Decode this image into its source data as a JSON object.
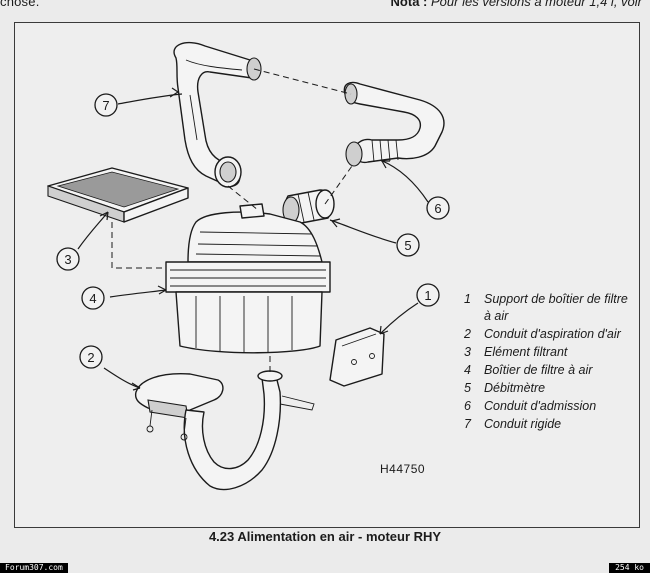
{
  "page": {
    "top_left_fragment": "cnose.",
    "top_note_label": "Nota :",
    "top_note_text": "Pour les versions à moteur 1,4 l, voir"
  },
  "figure": {
    "callouts": [
      "1",
      "2",
      "3",
      "4",
      "5",
      "6",
      "7"
    ],
    "legend": [
      {
        "num": "1",
        "text": "Support de boîtier de filtre à air"
      },
      {
        "num": "2",
        "text": "Conduit d'aspiration d'air"
      },
      {
        "num": "3",
        "text": "Elément filtrant"
      },
      {
        "num": "4",
        "text": "Boîtier de filtre à air"
      },
      {
        "num": "5",
        "text": "Débitmètre"
      },
      {
        "num": "6",
        "text": "Conduit d'admission"
      },
      {
        "num": "7",
        "text": "Conduit rigide"
      }
    ],
    "ref_code": "H44750",
    "caption": "4.23 Alimentation en air - moteur RHY"
  },
  "footer": {
    "site": "Forum307.com",
    "size": "254 ko"
  }
}
